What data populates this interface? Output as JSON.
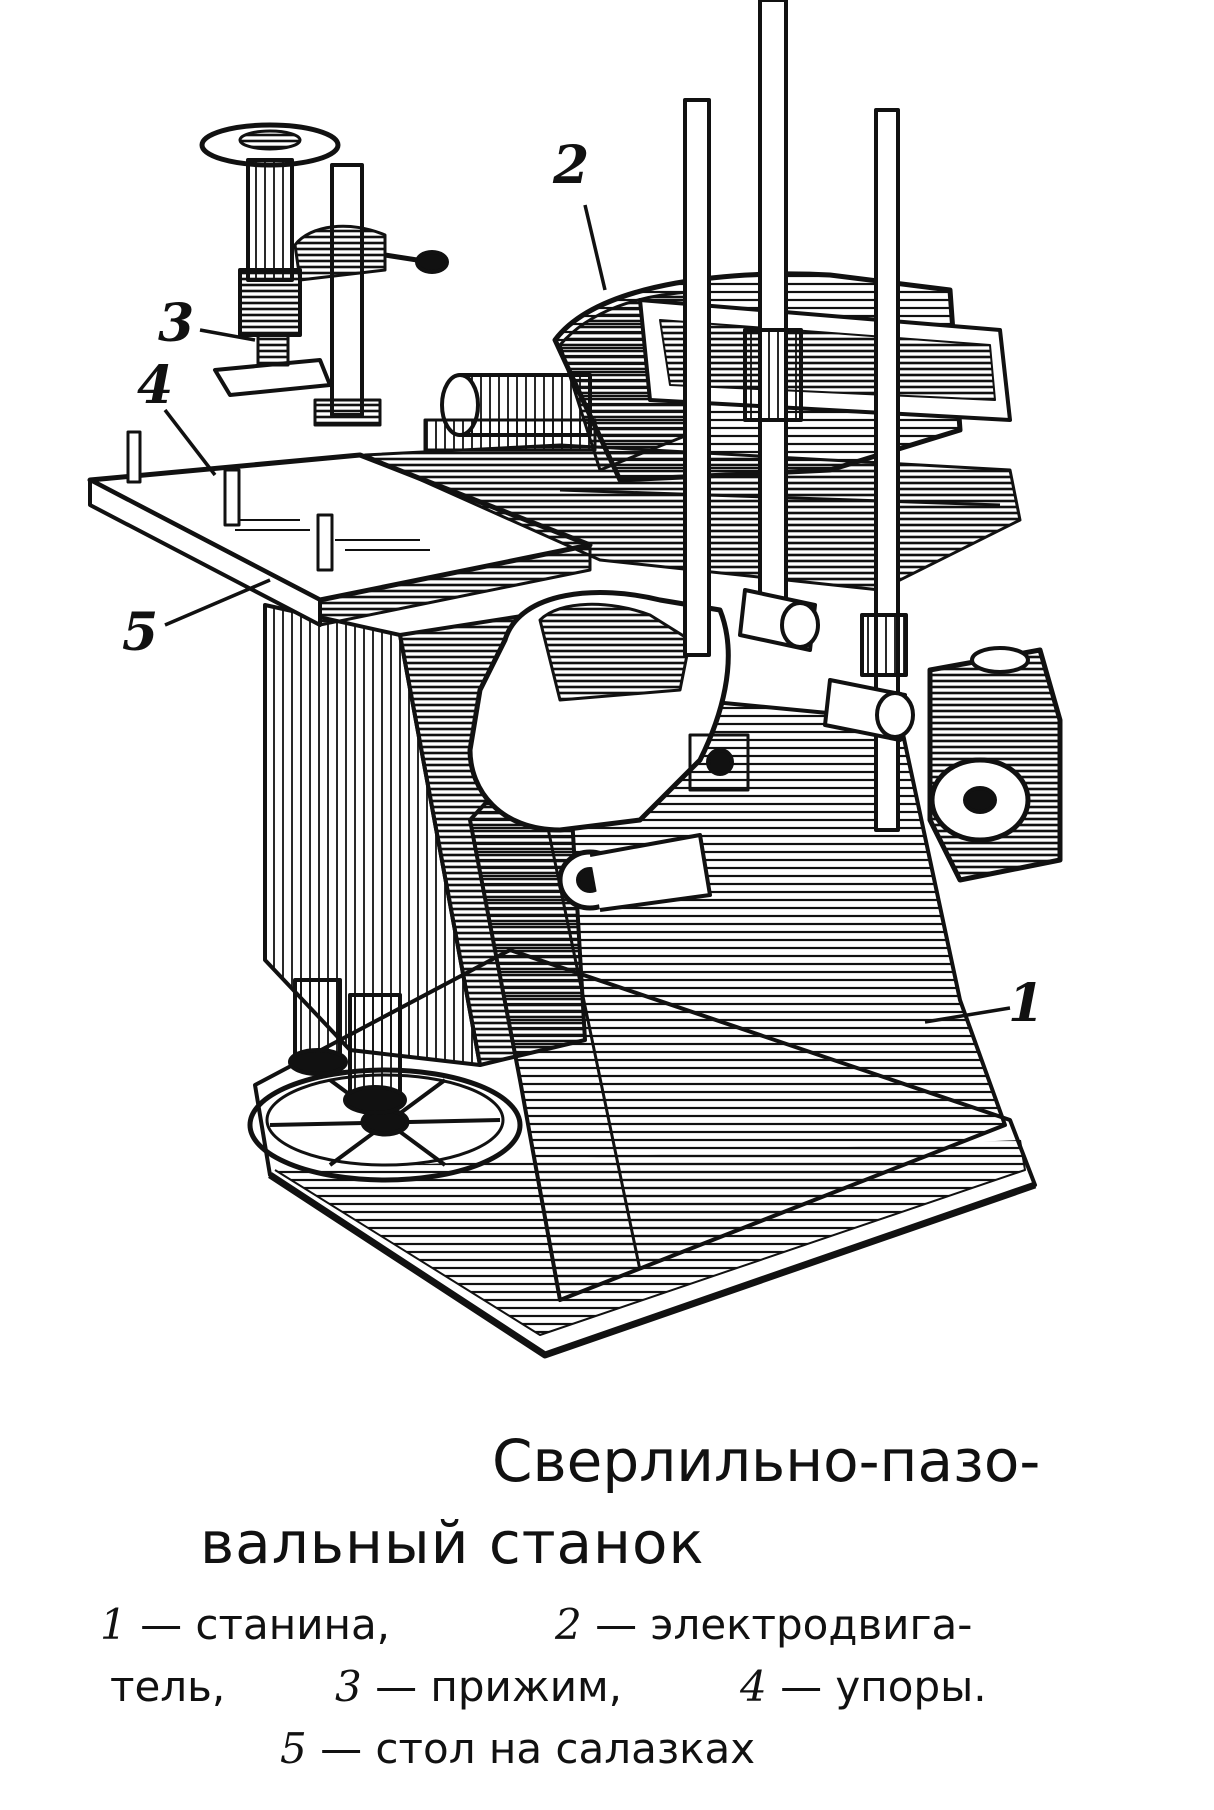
{
  "figure": {
    "callouts": [
      "1",
      "2",
      "3",
      "4",
      "5"
    ]
  },
  "caption": {
    "title_line1": "Сверлильно-пазо-",
    "title_line2": "вальный  станок",
    "legend": {
      "item1_num": "1",
      "item1_text": " — станина,",
      "item2_num": "2",
      "item2_text": " — электродвига-",
      "item2_cont": "тель,",
      "item3_num": "3",
      "item3_text": " — прижим,",
      "item4_num": "4",
      "item4_text": " — упоры.",
      "item5_num": "5",
      "item5_text": " — стол  на  салазках"
    }
  }
}
